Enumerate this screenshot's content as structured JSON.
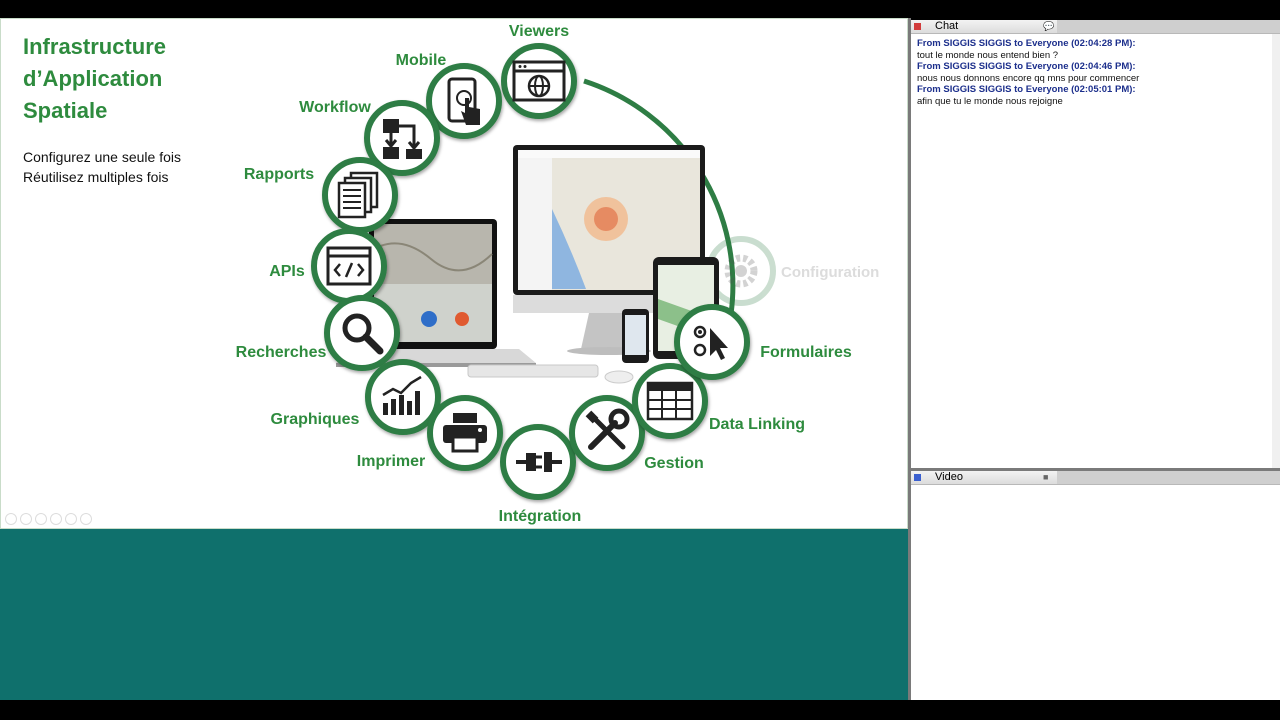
{
  "slide": {
    "title": "Infrastructure\nd’Application\nSpatiale",
    "subtitle": "Configurez une seule fois\nRéutilisez multiples fois",
    "center_label": "Configuration",
    "nodes": [
      {
        "id": "viewers",
        "label": "Viewers",
        "icon": "browser-globe-icon"
      },
      {
        "id": "mobile",
        "label": "Mobile",
        "icon": "mobile-touch-icon"
      },
      {
        "id": "workflow",
        "label": "Workflow",
        "icon": "workflow-icon"
      },
      {
        "id": "rapports",
        "label": "Rapports",
        "icon": "documents-icon"
      },
      {
        "id": "apis",
        "label": "APIs",
        "icon": "code-window-icon"
      },
      {
        "id": "recherches",
        "label": "Recherches",
        "icon": "magnifier-icon"
      },
      {
        "id": "graphiques",
        "label": "Graphiques",
        "icon": "chart-icon"
      },
      {
        "id": "imprimer",
        "label": "Imprimer",
        "icon": "printer-icon"
      },
      {
        "id": "integration",
        "label": "Intégration",
        "icon": "plug-icon"
      },
      {
        "id": "gestion",
        "label": "Gestion",
        "icon": "tools-icon"
      },
      {
        "id": "datalinking",
        "label": "Data Linking",
        "icon": "table-icon"
      },
      {
        "id": "formulaires",
        "label": "Formulaires",
        "icon": "form-cursor-icon"
      }
    ],
    "colors": {
      "green": "#2e7d44",
      "label_green": "#2e8b3e",
      "teal": "#0f706c"
    }
  },
  "chat": {
    "title": "Chat",
    "messages": [
      {
        "from": "From SIGGIS SIGGIS to Everyone (02:04:28 PM):",
        "text": "tout le monde nous entend bien ?"
      },
      {
        "from": "From SIGGIS SIGGIS to Everyone (02:04:46 PM):",
        "text": "nous nous donnons encore qq mns pour commencer"
      },
      {
        "from": "From SIGGIS SIGGIS to Everyone (02:05:01 PM):",
        "text": "afin que tu le monde nous rejoigne"
      }
    ]
  },
  "video": {
    "title": "Video"
  }
}
